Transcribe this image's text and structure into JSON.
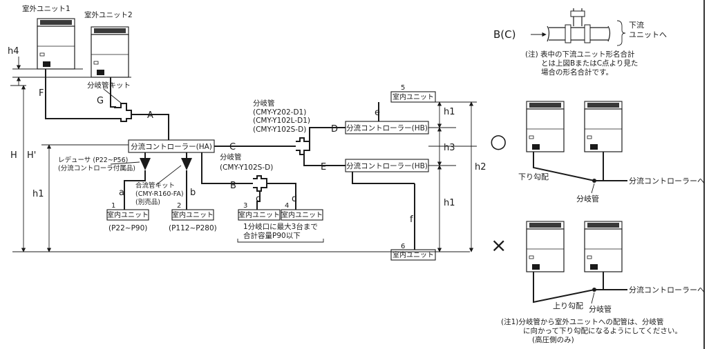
{
  "outdoor": {
    "unit1": "室外ユニット1",
    "unit2": "室外ユニット2",
    "h4": "h4"
  },
  "pipes": {
    "F": "F",
    "G": "G",
    "A": "A",
    "B": "B",
    "C": "C",
    "D": "D",
    "E": "E",
    "a": "a",
    "b": "b",
    "c": "c",
    "d": "d",
    "e": "e",
    "f": "f"
  },
  "labels": {
    "branch_kit": "分岐管キット",
    "controller_ha": "分流コントローラー(HA)",
    "controller_hb": "分流コントローラー(HB)",
    "branch_pipe_main": "分岐管",
    "cmy_y202": "(CMY-Y202-D1)",
    "cmy_y102l": "(CMY-Y102L-D1)",
    "cmy_y102s": "(CMY-Y102S-D)",
    "branch_pipe_b": "分岐管",
    "cmy_y102s_b": "(CMY-Y102S-D)",
    "reducer_1": "レデューサ (P22~P56)",
    "reducer_2": "(分流コントローラ付属品)",
    "merge_kit_1": "合流管キット",
    "merge_kit_2": "(CMY-R160-FA)",
    "merge_kit_3": "(別売品)",
    "indoor_unit": "室内ユニット",
    "range_1": "(P22~P90)",
    "range_2": "(P112~P280)",
    "limit_1": "1分岐口に最大3台まで",
    "limit_2": "合計容量P90以下",
    "n1": "1",
    "n2": "2",
    "n3": "3",
    "n4": "4",
    "n5": "5",
    "n6": "6",
    "H": "H",
    "H_prime": "H'",
    "h1": "h1",
    "h2": "h2",
    "h3": "h3"
  },
  "inset": {
    "point": "B(C)",
    "downstream_1": "下流",
    "downstream_2": "ユニットへ",
    "note_1": "(注) 表中の下流ユニット形名合計",
    "note_2": "とは上図BまたはC点より見た",
    "note_3": "場合の形名合計です。"
  },
  "slope": {
    "ok_mark": "○",
    "ng_mark": "×",
    "down_slope": "下り勾配",
    "up_slope": "上り勾配",
    "branch_pipe": "分岐管",
    "to_controller": "分流コントローラーへ",
    "note_1": "(注1)分岐管から室外ユニットへの配管は、分岐管",
    "note_2": "に向かって下り勾配になるようにしてください。",
    "note_3": "(高圧側のみ)"
  }
}
